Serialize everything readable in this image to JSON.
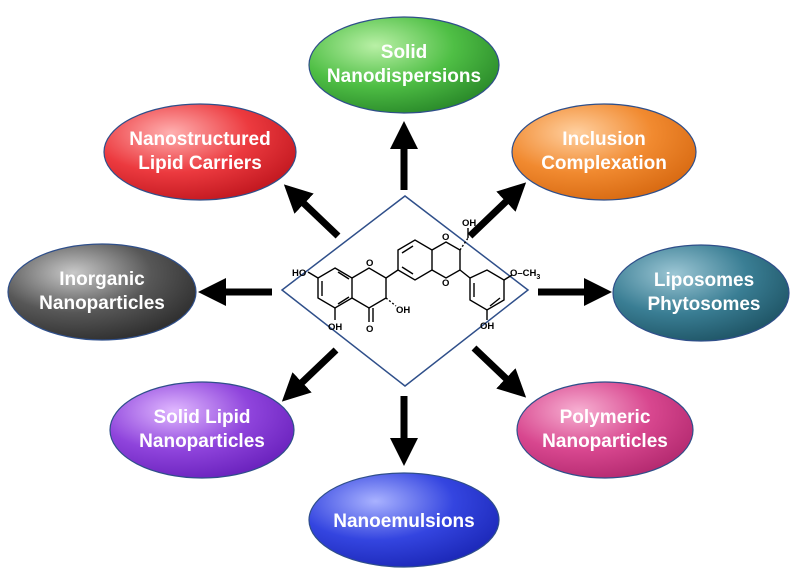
{
  "colors": {
    "green": "#3fae3f",
    "orange": "#f0852c",
    "teal": "#2e6f84",
    "magenta": "#d6428a",
    "blue": "#2f40d6",
    "purple": "#8d3ed6",
    "gray": "#4b4b4b",
    "red": "#e8303a",
    "arrow": "#000000",
    "diamond_border": "#2f4f8a"
  },
  "nodes": [
    {
      "id": "solid-nanodispersions",
      "color": "green",
      "lines": [
        "Solid",
        "Nanodispersions"
      ]
    },
    {
      "id": "inclusion-complexation",
      "color": "orange",
      "lines": [
        "Inclusion",
        "Complexation"
      ]
    },
    {
      "id": "liposomes-phytosomes",
      "color": "teal",
      "lines": [
        "Liposomes",
        "Phytosomes"
      ]
    },
    {
      "id": "polymeric-nanoparticles",
      "color": "magenta",
      "lines": [
        "Polymeric",
        "Nanoparticles"
      ]
    },
    {
      "id": "nanoemulsions",
      "color": "blue",
      "lines": [
        "Nanoemulsions"
      ]
    },
    {
      "id": "solid-lipid-nanoparticles",
      "color": "purple",
      "lines": [
        "Solid Lipid",
        "Nanoparticles"
      ]
    },
    {
      "id": "inorganic-nanoparticles",
      "color": "gray",
      "lines": [
        "Inorganic",
        "Nanoparticles"
      ]
    },
    {
      "id": "nanostructured-lipid-carriers",
      "color": "red",
      "lines": [
        "Nanostructured",
        "Lipid Carriers"
      ]
    }
  ],
  "molecule_labels": {
    "oh_top": "OH",
    "oh_left": "HO",
    "oh_bottom_left": "OH",
    "ketone_o": "O",
    "oh_c3": "OH",
    "ring_o1": "O",
    "ring_o2": "O",
    "ring_o3": "O",
    "methoxy": "O–CH",
    "methoxy_sub": "3",
    "oh_right": "OH"
  }
}
